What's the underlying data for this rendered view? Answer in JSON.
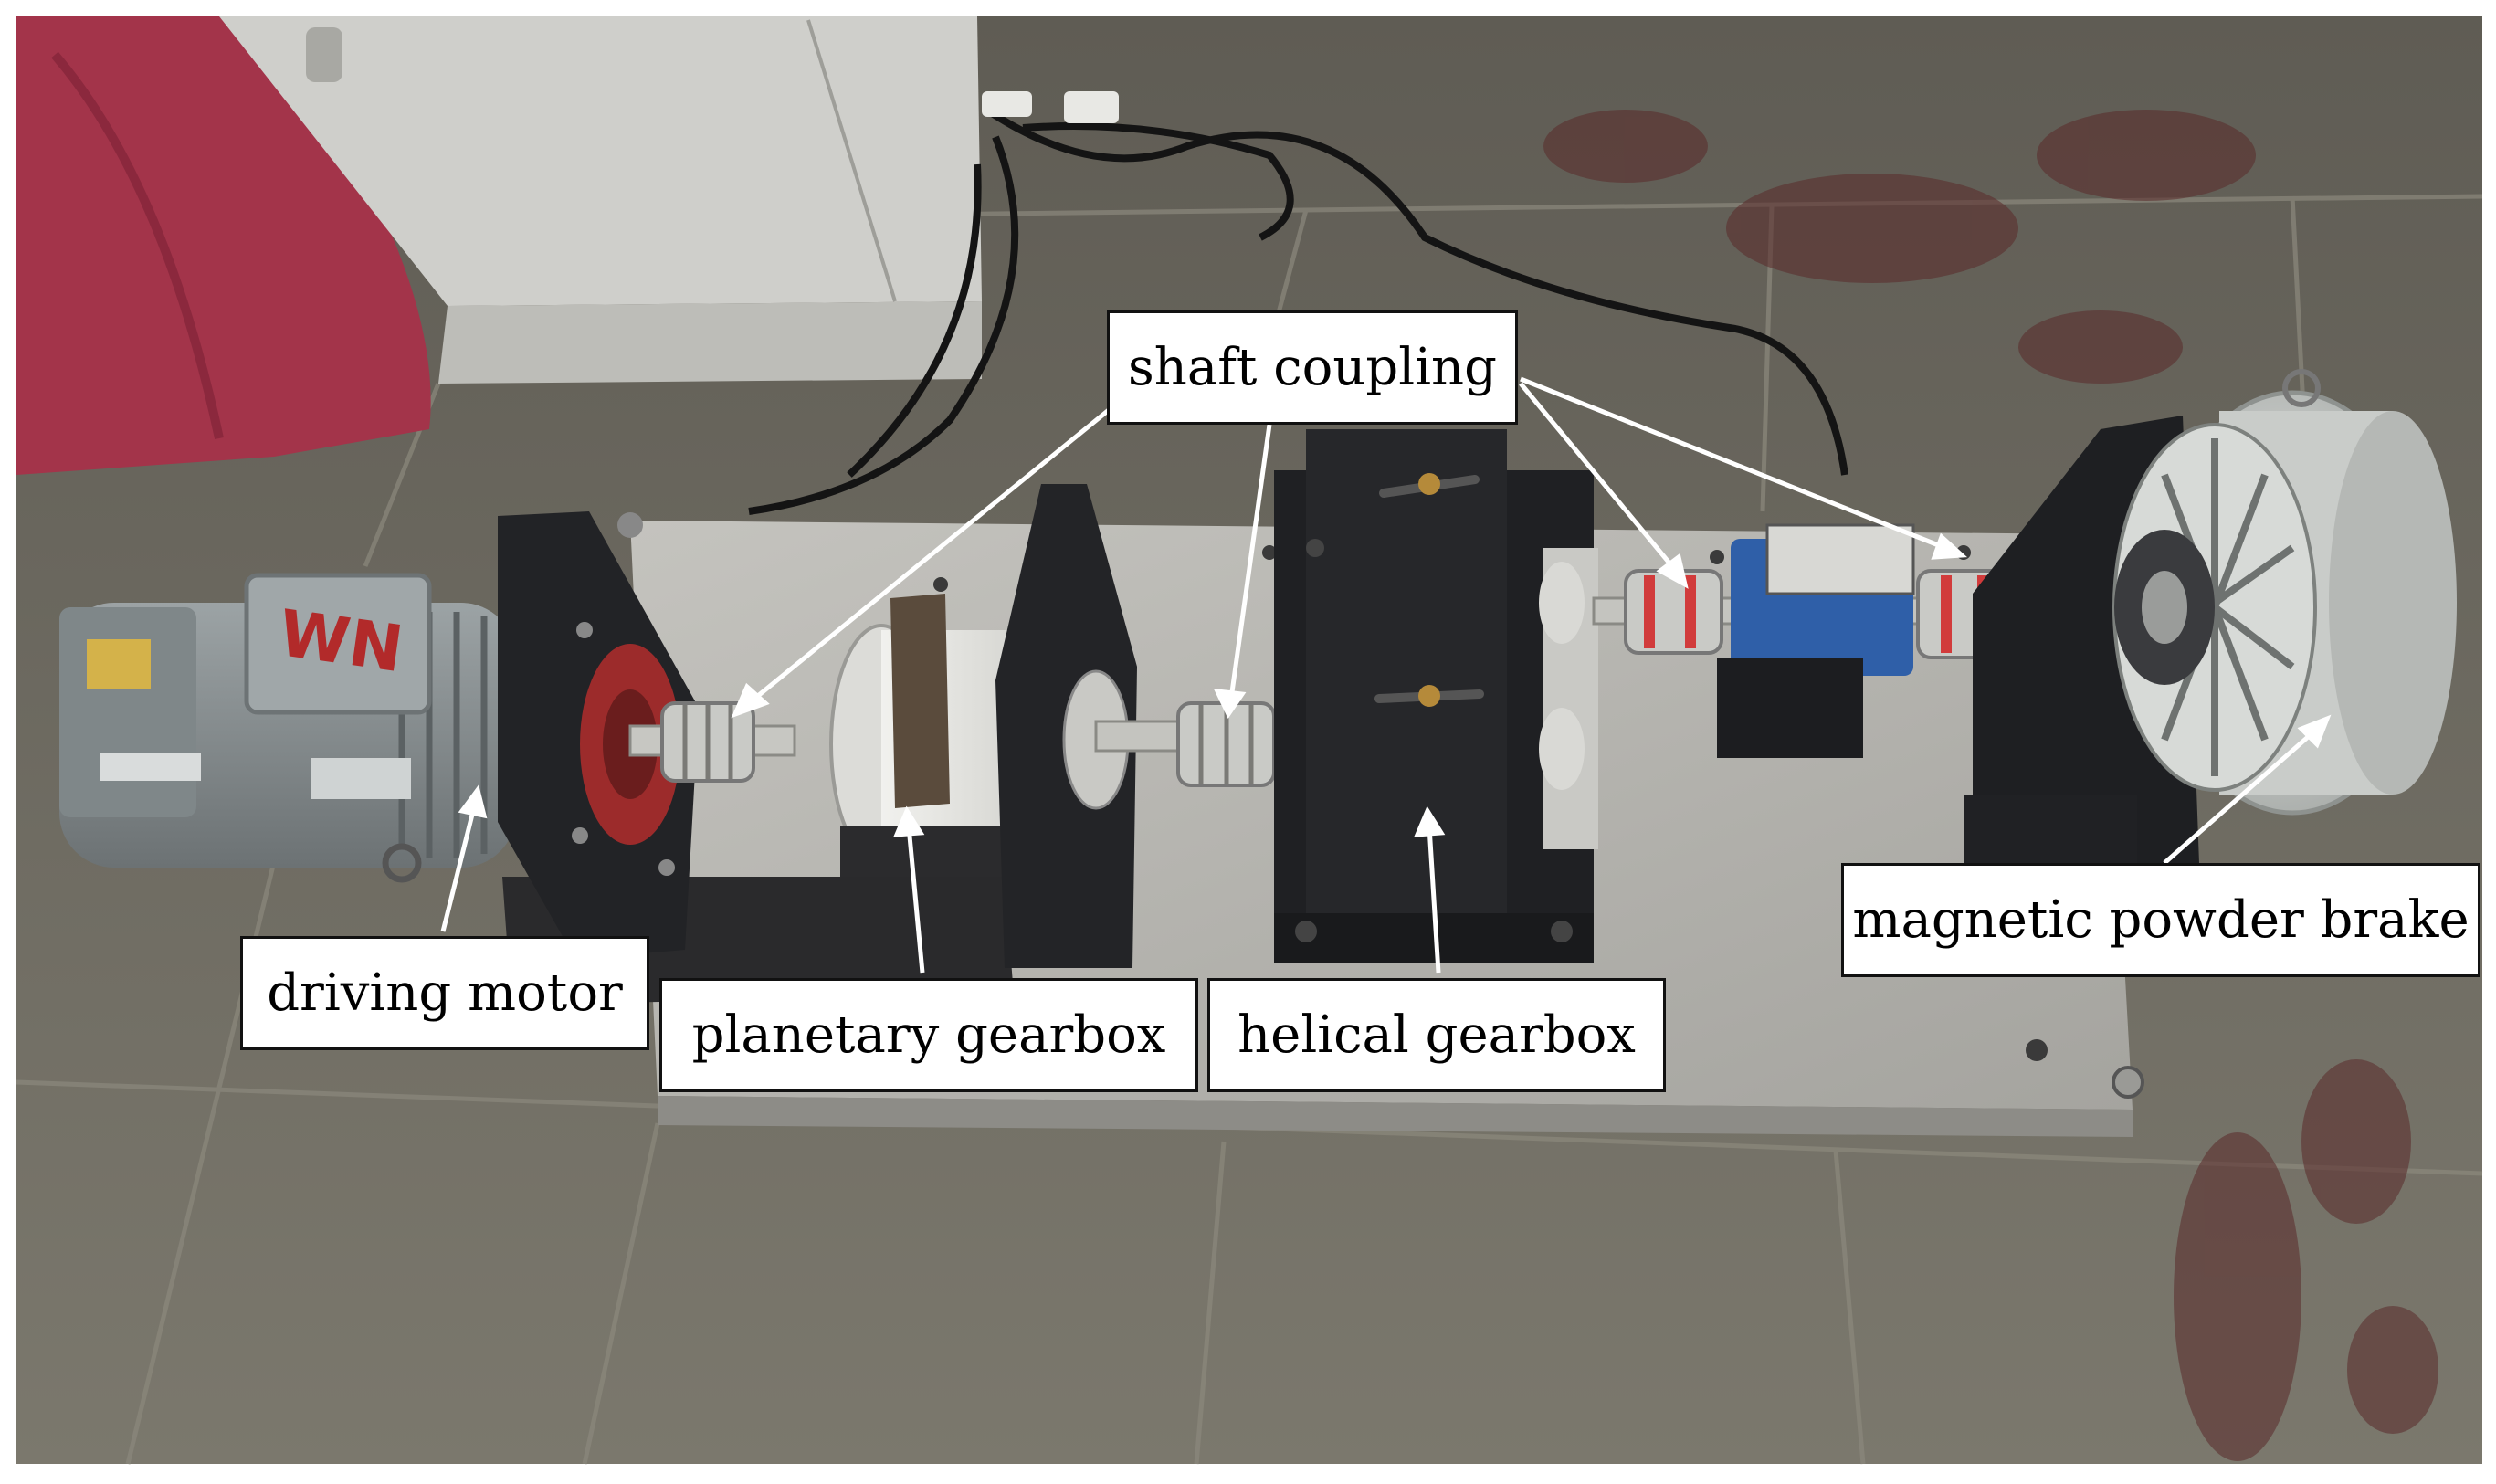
{
  "labels": {
    "shaft_coupling": "shaft coupling",
    "driving_motor": "driving motor",
    "planetary_gearbox": "planetary gearbox",
    "helical_gearbox": "helical gearbox",
    "magnetic_powder_brake": "magnetic powder brake"
  },
  "motor_logo": "WN",
  "colors": {
    "floor": "#6f6c62",
    "plate": "#b7b6b1",
    "steel_dark": "#1f2023",
    "motor_gray": "#8d9496",
    "brake_silver": "#c9ccc9",
    "cloth_red": "#a3344a",
    "cabinet": "#cfcfcb",
    "coupling_red": "#d13b3b",
    "sensor_blue": "#2f5fa8",
    "label_bg": "#ffffff",
    "label_border": "#111111"
  }
}
